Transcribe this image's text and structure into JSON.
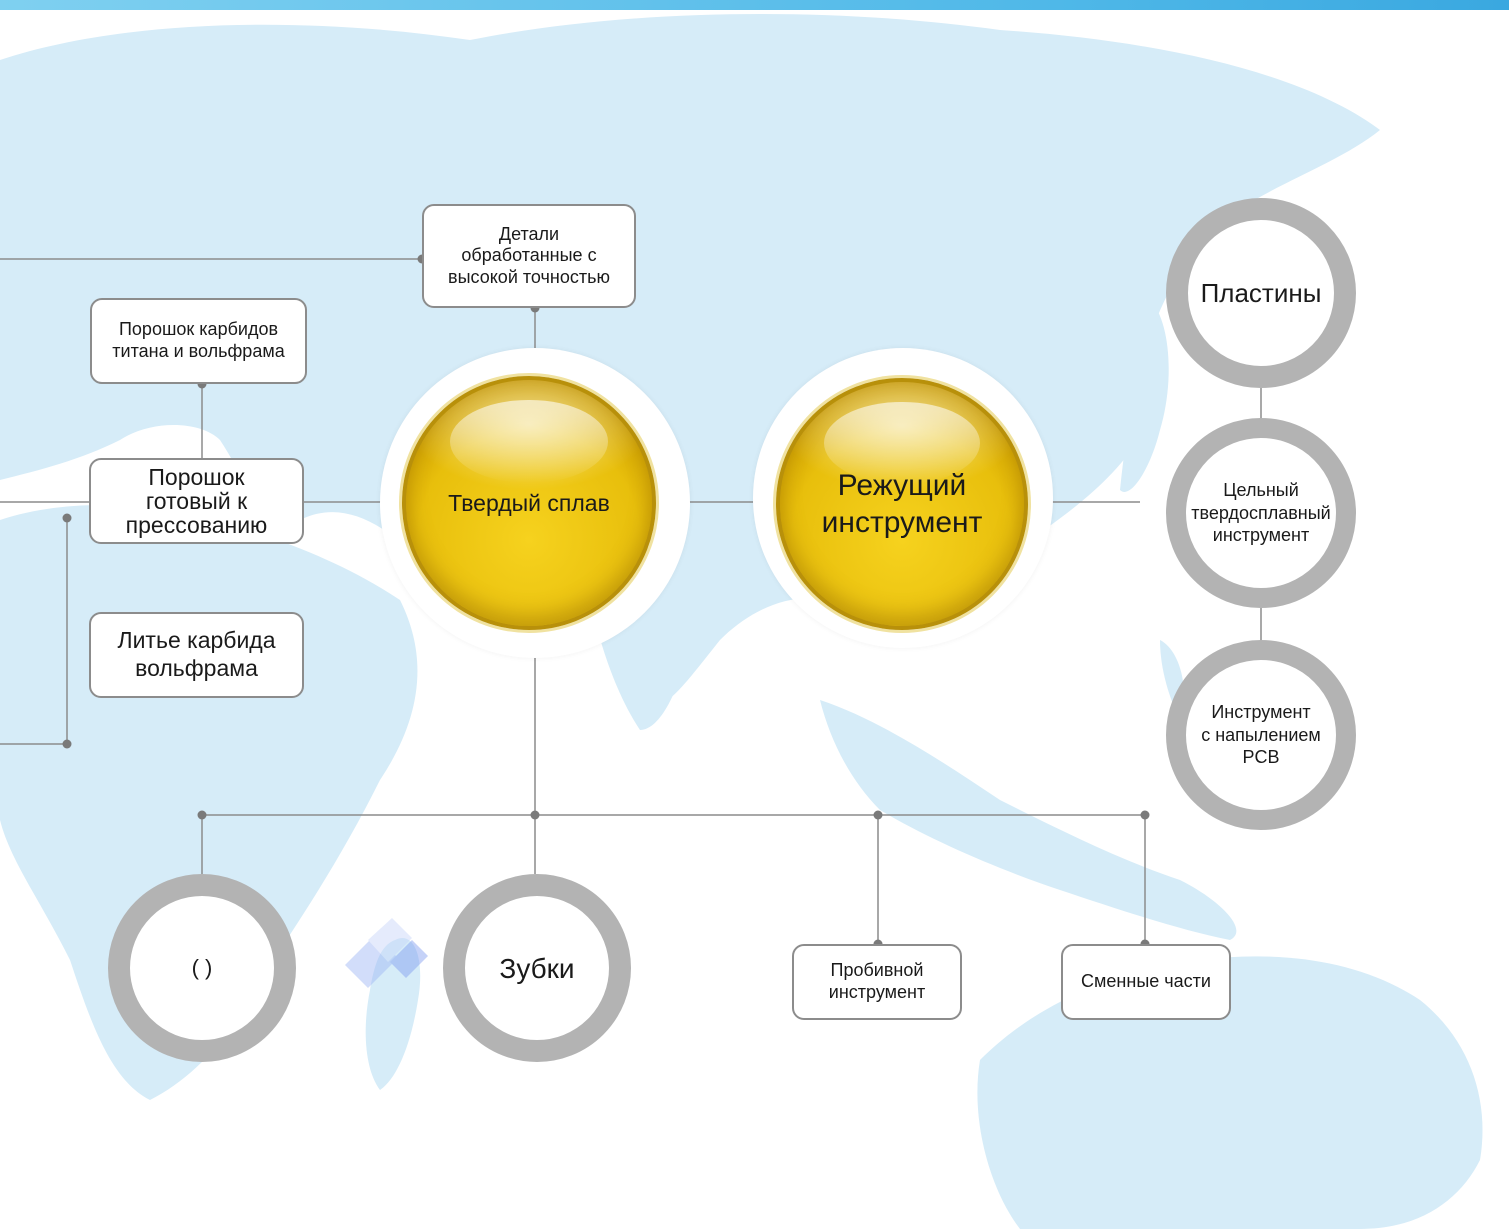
{
  "colors": {
    "line": "#8c8c8c",
    "dot": "#7a7a7a",
    "map": "#d6ecf8",
    "gold": "#e8bf0c",
    "ring": "#b3b3b3"
  },
  "hubs": {
    "hard_alloy": "Твердый сплав",
    "cutting_tool": "Режущий\nинструмент"
  },
  "boxes": {
    "precision_parts": "Детали\nобработанные с\nвысокой точностью",
    "carbide_powder": "Порошок карбидов\nтитана и вольфрама",
    "press_ready_powder": "Порошок\nготовый к\nпрессованию",
    "tungsten_casting": "Литье карбида\nвольфрама",
    "punching_tool": "Пробивной\nинструмент",
    "spare_parts": "Сменные части"
  },
  "rings": {
    "inserts": "Пластины",
    "solid_carbide": "Цельный\nтвердосплавный\nинструмент",
    "pcd_tool": "Инструмент\nс напылением\nPCB",
    "teeth": "Зубки",
    "bracket_item": "(                )"
  }
}
